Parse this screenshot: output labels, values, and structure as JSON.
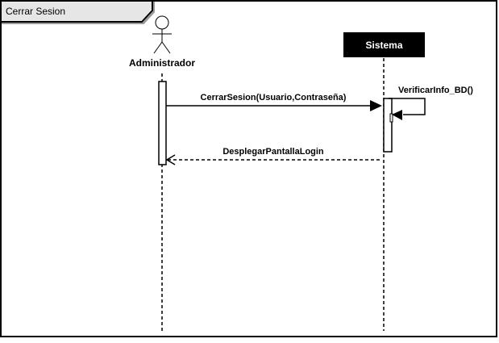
{
  "frame": {
    "title": "Cerrar Sesion"
  },
  "actors": {
    "user": {
      "label": "Administrador"
    },
    "system": {
      "label": "Sistema"
    }
  },
  "messages": {
    "request": {
      "label": "CerrarSesion(Usuario,Contraseña)"
    },
    "self_call": {
      "label": "VerificarInfo_BD()"
    },
    "reply": {
      "label": "DesplegarPantallaLogin"
    }
  },
  "colors": {
    "line": "#000000",
    "frame_tab": "#e6e6e6",
    "system_box": "#000000",
    "system_text": "#ffffff",
    "background": "#ffffff"
  }
}
